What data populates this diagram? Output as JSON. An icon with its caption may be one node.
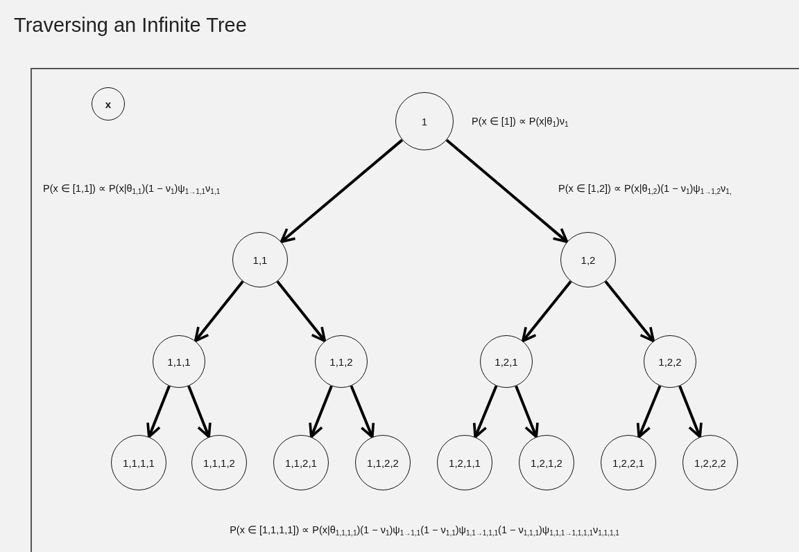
{
  "diagram": {
    "title": "Traversing an Infinite Tree",
    "nodes": [
      {
        "text": [
          "x"
        ]
      },
      {
        "text": [
          "1"
        ],
        "beside": [
          "P(x ∈ [1]) ∝ P(x|θ$_{1}$)ν$_{1}$"
        ]
      },
      {
        "text": [
          "1,1"
        ],
        "beside": [
          "P(x ∈ [1,1]) ∝ P(x|θ$_{1,1}$)(1 − ν$_{1}$)ψ$_{1→1,1}$ν$_{1,1}$"
        ]
      },
      {
        "text": [
          "1,2"
        ],
        "beside": [
          "P(x ∈ [1,2]) ∝ P(x|θ$_{1,2}$)(1 − ν$_{1}$)ψ$_{1→1,2}$ν$_{1,}$"
        ]
      },
      {
        "text": [
          "1,1,1"
        ]
      },
      {
        "text": [
          "1,1,2"
        ]
      },
      {
        "text": [
          "1,2,1"
        ]
      },
      {
        "text": [
          "1,2,2"
        ]
      },
      {
        "text": [
          "1,1,1,1"
        ]
      },
      {
        "text": [
          "1,1,1,2"
        ]
      },
      {
        "text": [
          "1,1,2,1"
        ]
      },
      {
        "text": [
          "1,1,2,2"
        ]
      },
      {
        "text": [
          "1,2,1,1"
        ]
      },
      {
        "text": [
          "1,2,1,2"
        ]
      },
      {
        "text": [
          "1,2,2,1"
        ]
      },
      {
        "text": [
          "1,2,2,2"
        ]
      }
    ],
    "edges": [
      {
        "from": 1,
        "to": 2,
        "arrow": "to"
      },
      {
        "from": 1,
        "to": 3,
        "arrow": "to"
      },
      {
        "from": 2,
        "to": 4,
        "arrow": "to"
      },
      {
        "from": 2,
        "to": 5,
        "arrow": "to"
      },
      {
        "from": 3,
        "to": 6,
        "arrow": "to"
      },
      {
        "from": 3,
        "to": 7,
        "arrow": "to"
      },
      {
        "from": 4,
        "to": 8,
        "arrow": "to"
      },
      {
        "from": 4,
        "to": 9,
        "arrow": "to"
      },
      {
        "from": 5,
        "to": 10,
        "arrow": "to"
      },
      {
        "from": 5,
        "to": 11,
        "arrow": "to"
      },
      {
        "from": 6,
        "to": 12,
        "arrow": "to"
      },
      {
        "from": 6,
        "to": 13,
        "arrow": "to"
      },
      {
        "from": 7,
        "to": 14,
        "arrow": "to"
      },
      {
        "from": 7,
        "to": 15,
        "arrow": "to"
      }
    ],
    "labels": [
      "P(x ∈ [1,1,1,1]) ∝ P(x|θ$_{1,1,1,1}$)(1 − ν$_{1}$)ψ$_{1→1,1}$(1 − ν$_{1,1}$)ψ$_{1,1→1,1,1}$(1 − ν$_{1,1,1}$)ψ$_{1,1,1→1,1,1,1}$ν$_{1,1,1,1}$"
    ]
  }
}
